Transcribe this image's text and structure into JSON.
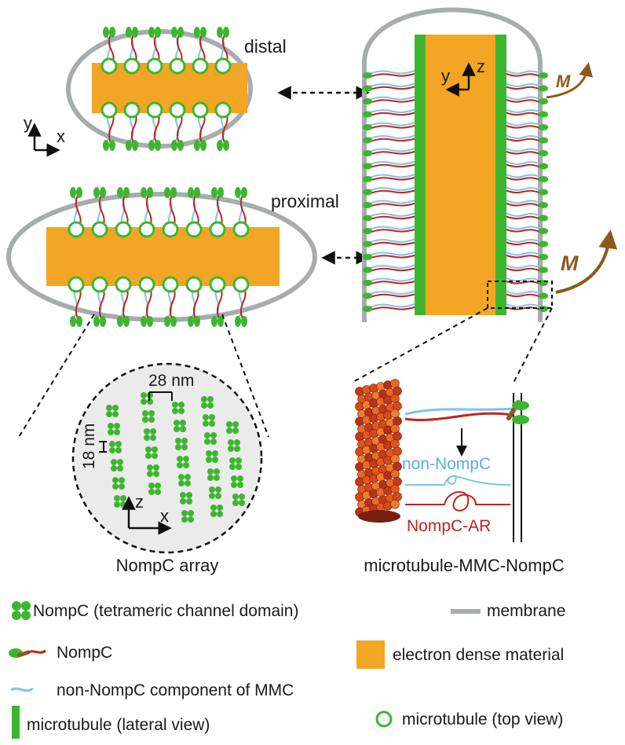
{
  "labels": {
    "distal": "distal",
    "proximal": "proximal",
    "axis_y": "y",
    "axis_x": "x",
    "axis_z": "z",
    "force_M": "M",
    "spacing_28": "28 nm",
    "spacing_18": "18 nm",
    "non_nompc": "non-NompC",
    "nompc_ar": "NompC-AR",
    "caption_array": "NompC array",
    "caption_mmc": "microtubule-MMC-NompC"
  },
  "legend": {
    "nompc_channel": "NompC (tetrameric channel domain)",
    "membrane": "membrane",
    "nompc": "NompC",
    "electron_dense": "electron dense material",
    "non_nompc_component": "non-NompC component of MMC",
    "microtubule_lateral": "microtubule (lateral view)",
    "microtubule_top": "microtubule (top view)"
  },
  "colors": {
    "membrane": "#a7acad",
    "electron_dense": "#f2a623",
    "nompc_green": "#3cb62f",
    "nompc_red": "#c4231e",
    "nompc_brown": "#8b5a24",
    "non_nompc_blue": "#7ec3e8",
    "force_arrow": "#8b5a1a",
    "array_bg": "#ebebeb"
  }
}
